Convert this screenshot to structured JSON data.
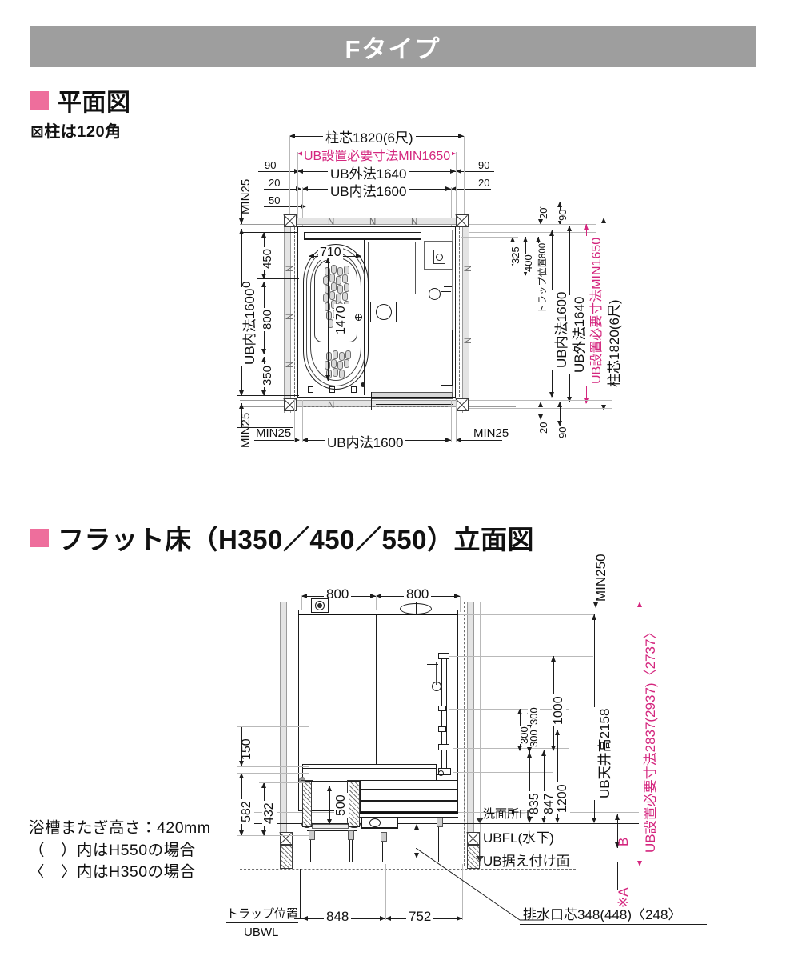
{
  "header": {
    "title": "Fタイプ"
  },
  "sections": {
    "plan": {
      "heading": "平面図",
      "note": "⊠柱は120角"
    },
    "elevation": {
      "heading": "フラット床（H350／450／550）立面図",
      "notes": "浴槽またぎ高さ：420mm\n（　）内はH550の場合\n〈　〉内はH350の場合"
    }
  },
  "plan_dims": {
    "top": {
      "pillar_center": "柱芯1820(6尺)",
      "ub_required": "UB設置必要寸法MIN1650",
      "ub_outer": "UB外法1640",
      "ub_inner": "UB内法1600",
      "left_90": "90",
      "left_20": "20",
      "left_50": "50",
      "right_90": "90",
      "right_20": "20"
    },
    "left": {
      "min25_top": "MIN25",
      "ub_inner": "UB内法1600",
      "d450": "450",
      "d800": "800",
      "d350": "350",
      "zero": "0",
      "min25_bottom": "MIN25"
    },
    "right": {
      "d20_top": "20",
      "d90_top": "90",
      "d325": "325",
      "d400": "400",
      "trap_pos": "トラップ位置800",
      "ub_inner": "UB内法1600",
      "ub_outer": "UB外法1640",
      "ub_required": "UB設置必要寸法MIN1650",
      "pillar_center": "柱芯1820(6尺)",
      "d20_bottom": "20",
      "d90_bottom": "90"
    },
    "bottom": {
      "min25_left": "MIN25",
      "ub_inner": "UB内法1600",
      "min25_right": "MIN25"
    },
    "tub": {
      "width": "710",
      "length": "1470"
    }
  },
  "elevation_dims": {
    "top": {
      "left_800": "800",
      "right_800": "800"
    },
    "left": {
      "d150": "150",
      "d582": "582",
      "d432": "432",
      "d500": "500"
    },
    "right": {
      "min250": "MIN250",
      "d1000": "1000",
      "d300_a": "300",
      "d300_b": "300",
      "d835": "835",
      "d847": "847",
      "d1200": "1200",
      "ub_ceiling": "UB天井高2158",
      "ub_required": "UB設置必要寸法2837(2937)〈2737〉",
      "mark_b": "B",
      "mark_a": "※A"
    },
    "labels": {
      "washroom_fl": "洗面所FL",
      "ubfl": "UBFL(水下)",
      "ub_setting_face": "UB据え付け面",
      "trap_pos": "トラップ位置",
      "ubwl": "UBWL",
      "drain_center": "排水口芯348(448)〈248〉"
    },
    "bottom": {
      "d848": "848",
      "d752": "752"
    }
  },
  "colors": {
    "header_bg": "#9e9e9e",
    "accent_pink": "#ee6e9c",
    "magenta": "#d4267e",
    "line": "#1d1d1d"
  }
}
